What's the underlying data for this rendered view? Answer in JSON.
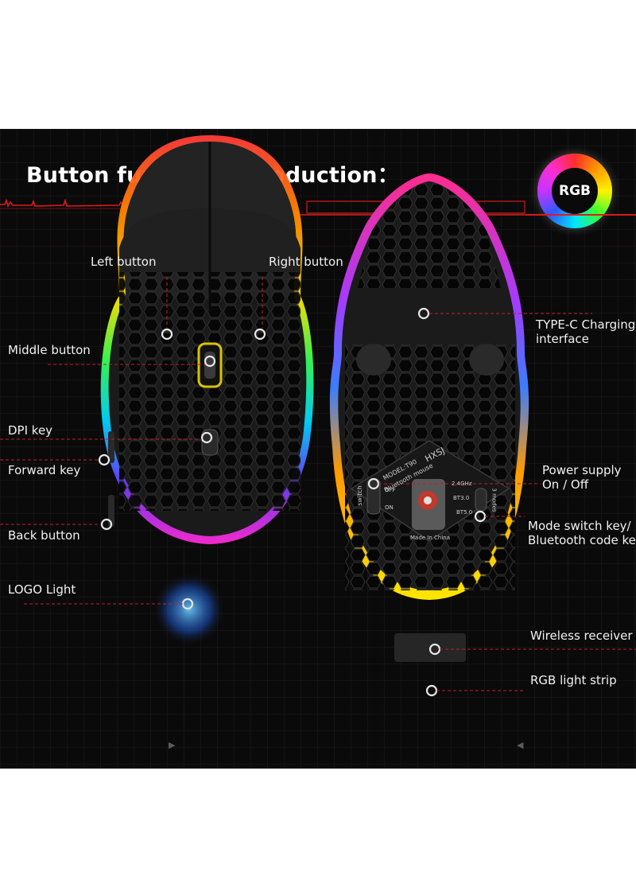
{
  "title": "Button function introduction：",
  "badge": {
    "text": "RGB"
  },
  "labels": {
    "left_button": "Left  button",
    "right_button": "Right button",
    "middle_button": "Middle button",
    "dpi_key": "DPI key",
    "forward_key": "Forward key",
    "back_button": "Back button",
    "logo_light": "LOGO Light",
    "type_c_line1": "TYPE-C Charging",
    "type_c_line2": "interface",
    "power_line1": "Power supply",
    "power_line2": "On / Off",
    "mode_line1": "Mode switch key/",
    "mode_line2": "Bluetooth code key",
    "wireless_receiver": "Wireless receiver",
    "rgb_strip": "RGB light strip"
  },
  "sticker": {
    "brand": "HXSJ",
    "model": "MODEL:T90",
    "subtitle": "Bluetooth mouse",
    "switch_label": "switch",
    "off": "OFF",
    "on": "ON",
    "freq": "2.4GHz",
    "bt3": "BT3.0",
    "bt5": "BT5.0",
    "modes": "3 modes",
    "origin": "Made In China"
  },
  "colors": {
    "background": "#0b0a0a",
    "accent_red": "#d81c1c",
    "text": "#f2f2f2"
  }
}
